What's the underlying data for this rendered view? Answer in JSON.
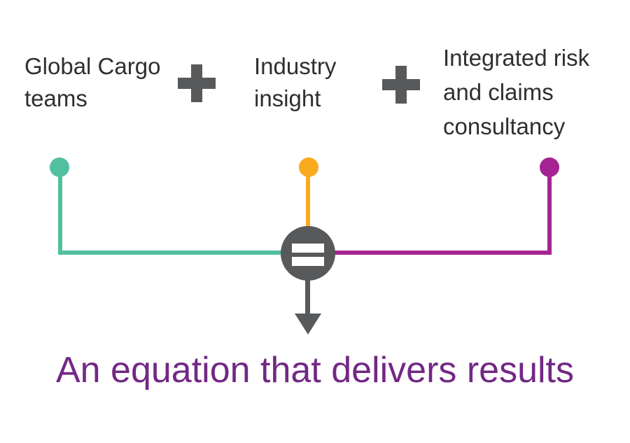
{
  "figure": {
    "terms": [
      {
        "label": "Global Cargo\nteams",
        "dot_color": "#52BFA0"
      },
      {
        "label": "Industry\ninsight",
        "dot_color": "#FAAA1E"
      },
      {
        "label": "Integrated risk\nand claims\nconsultancy",
        "dot_color": "#A52392"
      }
    ],
    "operator_plus": "+",
    "operator_equals": "=",
    "result_heading": "An equation that delivers results",
    "colors": {
      "teal": "#52BFA0",
      "orange": "#FAAA1E",
      "magenta": "#A52392",
      "dark_gray": "#58595B",
      "term_text": "#322E30",
      "heading_purple": "#722885",
      "equals_bars": "#FFFFFF"
    }
  }
}
